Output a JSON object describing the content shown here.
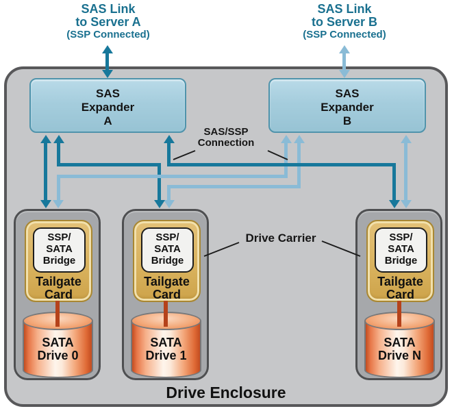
{
  "server_links": [
    {
      "lines": [
        "SAS Link",
        "to Server A",
        "(SSP Connected)"
      ]
    },
    {
      "lines": [
        "SAS Link",
        "to Server B",
        "(SSP Connected)"
      ]
    }
  ],
  "expanders": [
    {
      "lines": [
        "SAS",
        "Expander",
        "A"
      ]
    },
    {
      "lines": [
        "SAS",
        "Expander",
        "B"
      ]
    }
  ],
  "labels": {
    "connection": [
      "SAS/SSP",
      "Connection"
    ],
    "drive_carrier": "Drive Carrier",
    "enclosure": "Drive Enclosure"
  },
  "carriers": [
    {
      "bridge": [
        "SSP/",
        "SATA",
        "Bridge"
      ],
      "tailgate": [
        "Tailgate",
        "Card"
      ],
      "drive": [
        "SATA",
        "Drive 0"
      ]
    },
    {
      "bridge": [
        "SSP/",
        "SATA",
        "Bridge"
      ],
      "tailgate": [
        "Tailgate",
        "Card"
      ],
      "drive": [
        "SATA",
        "Drive 1"
      ]
    },
    {
      "bridge": [
        "SSP/",
        "SATA",
        "Bridge"
      ],
      "tailgate": [
        "Tailgate",
        "Card"
      ],
      "drive": [
        "SATA",
        "Drive N"
      ]
    }
  ],
  "colors": {
    "dark_link": "#17789b",
    "light_link": "#8abbd6",
    "title_teal": "#19708f",
    "expander_fill": "#a5cddd",
    "enclosure_fill": "#c6c7c9",
    "carrier_fill": "#a6a8ab",
    "tailgate_fill": "#d8b15c",
    "drive_orange": "#e06a36"
  }
}
